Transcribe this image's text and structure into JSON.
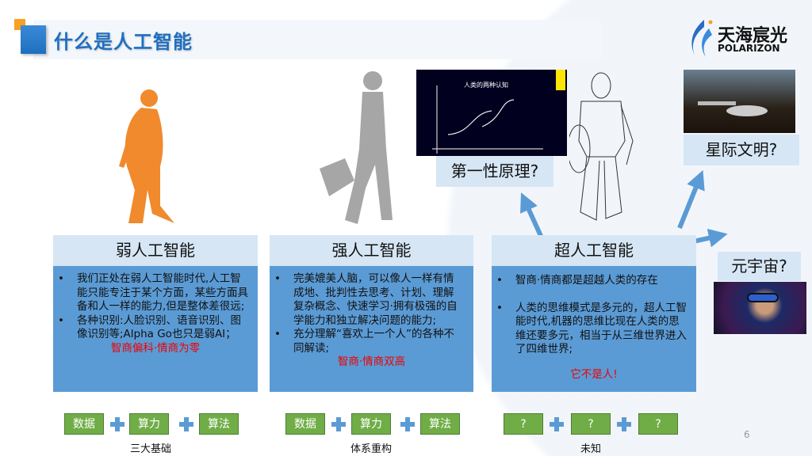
{
  "header": {
    "title": "什么是人工智能",
    "logo_cn": "天海宸光",
    "logo_en": "POLARIZON"
  },
  "panels": [
    {
      "title": "弱人工智能",
      "bullets": [
        "我们正处在弱人工智能时代,人工智能只能专注于某个方面，某些方面具备和人一样的能力,但是整体差很远;",
        "各种识别:人脸识别、语音识别、图像识别等;Alpha Go也只是弱AI；"
      ],
      "highlight": "智商偏科·情商为零",
      "blocks": [
        "数据",
        "算力",
        "算法"
      ],
      "caption": "三大基础"
    },
    {
      "title": "强人工智能",
      "bullets": [
        "完美媲美人脑，可以像人一样有情成地、批判性去思考、计划、理解复杂概念、快速学习·拥有极强的自学能力和独立解决问题的能力;",
        "充分理解“喜欢上一个人”的各种不同解读;"
      ],
      "highlight": "智商·情商双高",
      "blocks": [
        "数据",
        "算力",
        "算法"
      ],
      "caption": "体系重构"
    },
    {
      "title": "超人工智能",
      "bullets": [
        "智商·情商都是超越人类的存在",
        "人类的思维模式是多元的，超人工智能时代,机器的思维比现在人类的思维还要多元，相当于从三维世界进入了四维世界;"
      ],
      "highlight": "它不是人!",
      "blocks": [
        "?",
        "?",
        "?"
      ],
      "caption": "未知"
    }
  ],
  "labels": {
    "first_principle": "第一性原理?",
    "interstellar": "星际文明?",
    "metaverse": "元宇宙?",
    "chart_image_title": "人类的两种认知"
  },
  "page_number": "6",
  "colors": {
    "accent": "#1f6fc0",
    "panel_body": "#5b9bd5",
    "panel_header": "#d6e6f5",
    "block": "#70ad47",
    "highlight": "#e00000",
    "orange_figure": "#f08a2c"
  }
}
